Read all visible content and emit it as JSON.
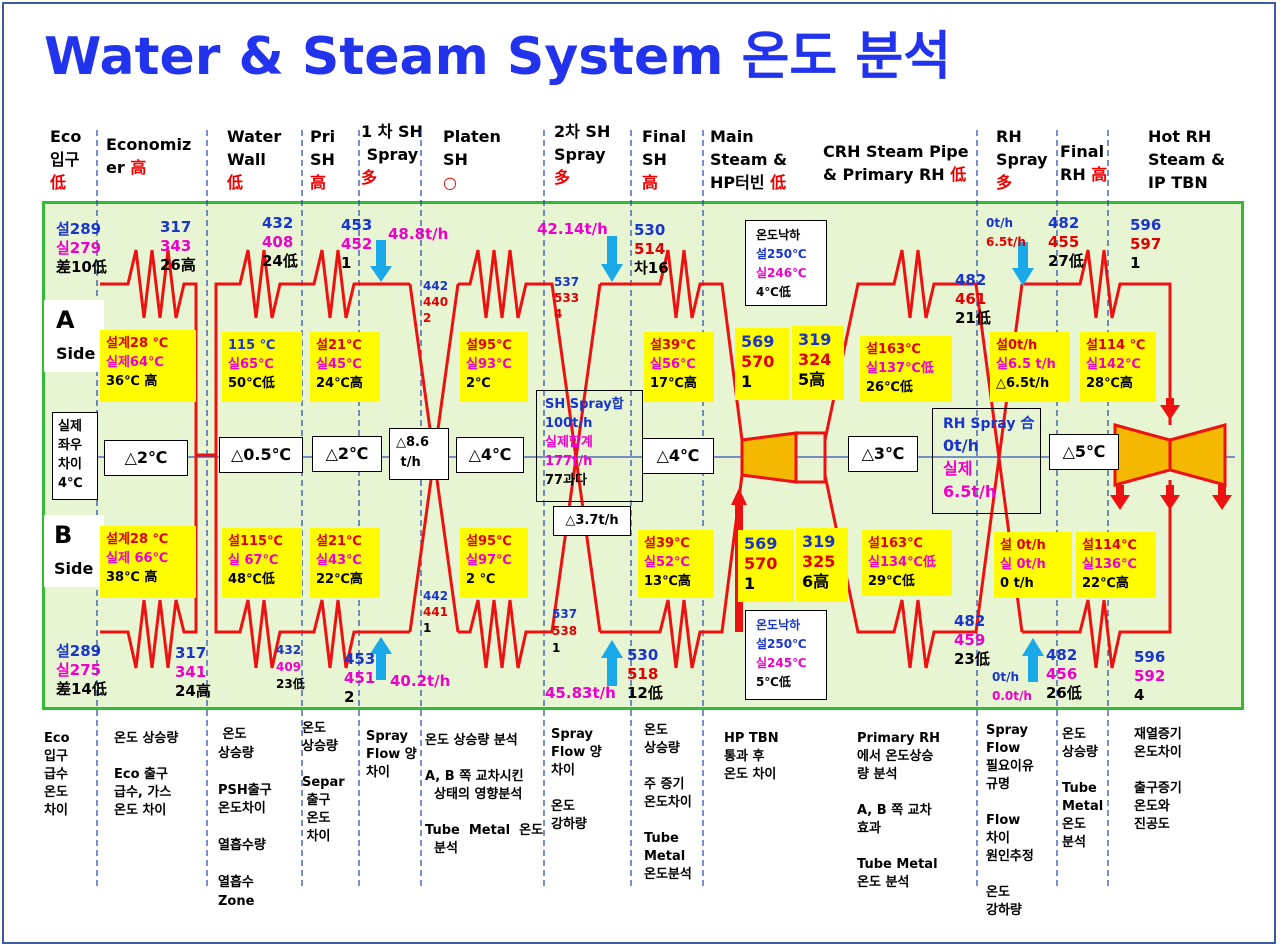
{
  "title": "Water & Steam System 온도 분석",
  "headers": [
    {
      "l1": "Eco",
      "l2": "입구",
      "hl": "低"
    },
    {
      "l1": "Economiz",
      "l2": "er ",
      "hl": "高"
    },
    {
      "l1": "Water",
      "l2": "Wall",
      "hl": "低"
    },
    {
      "l1": "Pri",
      "l2": "SH",
      "hl": "高"
    },
    {
      "l1": "1 차 SH",
      "l2": " Spray",
      "hl": "多"
    },
    {
      "l1": "Platen",
      "l2": "SH",
      "hl": "○"
    },
    {
      "l1": "2차 SH",
      "l2": "Spray",
      "hl": "多"
    },
    {
      "l1": "Final",
      "l2": "SH",
      "hl": "高"
    },
    {
      "l1": "Main",
      "l2": "Steam &",
      "l3": "HP터빈 ",
      "hl": "低"
    },
    {
      "l1": "CRH Steam Pipe",
      "l2": "& Primary RH ",
      "hl": "低"
    },
    {
      "l1": "RH",
      "l2": "Spray",
      "hl": "多"
    },
    {
      "l1": "Final",
      "l2": "RH ",
      "hl": "高"
    },
    {
      "l1": "Hot RH",
      "l2": "Steam &",
      "l3": "IP TBN"
    }
  ],
  "side_a": {
    "letter": "A",
    "word": "Side"
  },
  "side_b": {
    "letter": "B",
    "word": "Side"
  },
  "left_box": "실제\n좌우\n차이\n4℃",
  "top_values": {
    "eco_in": {
      "design": "설289",
      "actual": "실279",
      "diff": "差10低"
    },
    "econ": {
      "design": "317",
      "actual": "343",
      "diff": "26高"
    },
    "ww": {
      "design": "432",
      "actual": "408",
      "diff": "24低"
    },
    "psh": {
      "design": "453",
      "actual": "452",
      "diff": "1"
    },
    "spray1_flow": "48.8t/h",
    "platen_in": {
      "design": "442",
      "actual": "440",
      "diff": "2"
    },
    "spray2_flow": "42.14t/h",
    "platen_out": {
      "design": "537",
      "actual": "533",
      "diff": "4"
    },
    "fsh": {
      "design": "530",
      "actual": "514",
      "diff": "차16"
    },
    "rh_spray_a": {
      "design": "0t/h",
      "actual": "6.5t/h"
    },
    "rh_in": {
      "design": "482",
      "actual": "461",
      "diff": "21低"
    },
    "frh_in": {
      "design": "482",
      "actual": "455",
      "diff": "27低"
    },
    "hrh": {
      "design": "596",
      "actual": "597",
      "diff": "1"
    }
  },
  "bottom_values": {
    "eco_in": {
      "design": "설289",
      "actual": "실275",
      "diff": "差14低"
    },
    "econ": {
      "design": "317",
      "actual": "341",
      "diff": "24高"
    },
    "ww": {
      "design": "432",
      "actual": "409",
      "diff": "23低"
    },
    "psh": {
      "design": "453",
      "actual": "451",
      "diff": "2"
    },
    "spray1_flow": "40.2t/h",
    "platen_in": {
      "design": "442",
      "actual": "441",
      "diff": "1"
    },
    "spray2_flow": "45.83t/h",
    "platen_out": {
      "design": "537",
      "actual": "538",
      "diff": "1"
    },
    "fsh": {
      "design": "530",
      "actual": "518",
      "diff": "12低"
    },
    "rh_spray_b": {
      "design": "0t/h",
      "actual": "0.0t/h"
    },
    "rh_in": {
      "design": "482",
      "actual": "459",
      "diff": "23低"
    },
    "frh_in": {
      "design": "482",
      "actual": "456",
      "diff": "26低"
    },
    "hrh": {
      "design": "596",
      "actual": "592",
      "diff": "4"
    }
  },
  "yellow_a": [
    {
      "d": "설계28 ℃",
      "a": "실제64℃",
      "c": "36℃ 高"
    },
    {
      "d": "115 ℃",
      "a": "실65℃",
      "c": "50℃低"
    },
    {
      "d": "설21℃",
      "a": "실45℃",
      "c": "24℃高"
    },
    {
      "d": "설95℃",
      "a": "실93℃",
      "c": "2℃"
    },
    {
      "d": "설39℃",
      "a": "실56℃",
      "c": "17℃高"
    },
    {
      "d": "설163℃",
      "a": "실137℃低",
      "c": "26℃低"
    },
    {
      "d": "설0t/h",
      "a": "실6.5 t/h",
      "c": "△6.5t/h"
    },
    {
      "d": "설114 ℃",
      "a": "실142℃",
      "c": "28℃高"
    }
  ],
  "yellow_b": [
    {
      "d": "설계28 ℃",
      "a": "실제 66℃",
      "c": "38℃ 高"
    },
    {
      "d": "설115℃",
      "a": "실 67℃",
      "c": "48℃低"
    },
    {
      "d": "설21℃",
      "a": "실43℃",
      "c": "22℃高"
    },
    {
      "d": "설95℃",
      "a": "실97℃",
      "c": "2 ℃"
    },
    {
      "d": "설39℃",
      "a": "실52℃",
      "c": "13℃高"
    },
    {
      "d": "설163℃",
      "a": "실134℃低",
      "c": "29℃低"
    },
    {
      "d": "설 0t/h",
      "a": "실 0t/h",
      "c": "0 t/h"
    },
    {
      "d": "설114℃",
      "a": "실136℃",
      "c": "22℃高"
    }
  ],
  "ms_a": {
    "d": "569",
    "a": "570",
    "c": "1"
  },
  "crh_a": {
    "d": "319",
    "a": "324",
    "c": "5高"
  },
  "ms_b": {
    "d": "569",
    "a": "570",
    "c": "1"
  },
  "crh_b": {
    "d": "319",
    "a": "325",
    "c": "6高"
  },
  "deltas": [
    "△2℃",
    "△0.5℃",
    "△2℃",
    "△8.6\n t/h",
    "△4℃",
    "△4℃",
    "△3℃",
    "△5℃"
  ],
  "sh_spray_sum": {
    "l1": "SH Spray합",
    "l2": "100t/h",
    "l3": "실제합계",
    "l4": "177t/h",
    "l5": "77과다"
  },
  "sh_spray_diff": "△3.7t/h",
  "rh_spray_sum": {
    "l1": "RH Spray 合",
    "l2": "0t/h",
    "l3": "실제",
    "l4": "6.5t/h"
  },
  "drop_top": {
    "l1": "온도낙하",
    "l2": "설250℃",
    "l3": "실246℃",
    "l4": "4℃低"
  },
  "drop_bottom": {
    "l1": "온도낙하",
    "l2": "설250℃",
    "l3": "실245℃",
    "l4": "5℃低"
  },
  "notes": [
    "Eco\n입구\n급수\n온도\n차이",
    "온도 상승량\n\nEco 출구\n급수, 가스\n온도 차이",
    " 온도\n상승량\n\nPSH출구\n온도차이\n\n열흡수량\n\n열흡수\nZone",
    "온도\n상승량\n\nSepar\n 출구\n 온도\n 차이",
    "Spray\nFlow 양\n차이",
    "온도 상승량 분석\n\nA, B 쪽 교차시킨\n  상태의 영향분석\n\nTube  Metal  온도\n  분석",
    "Spray\nFlow 양\n차이\n\n온도\n강하량",
    "온도\n상승량\n\n주 증기\n온도차이\n\nTube\nMetal\n온도분석",
    "HP TBN\n통과 후\n온도 차이",
    "Primary RH\n에서 온도상승\n량 분석\n\nA, B 쪽 교차\n효과\n\nTube Metal\n온도 분석",
    "Spray\nFlow\n필요이유\n규명\n\nFlow\n차이\n원인추정\n\n온도\n강하량",
    "온도\n상승량\n\nTube\nMetal\n온도\n분석",
    "재열증기\n온도차이\n\n출구증기\n온도와\n진공도"
  ],
  "colors": {
    "line": "#ee1111",
    "title": "#2233ee",
    "design": "#1a35cc",
    "actual": "#ee00cc",
    "yellow": "#fffb00",
    "green_bg": "#e8f5d2",
    "arrow": "#1aa9e8",
    "turbine": "#f5b800"
  }
}
